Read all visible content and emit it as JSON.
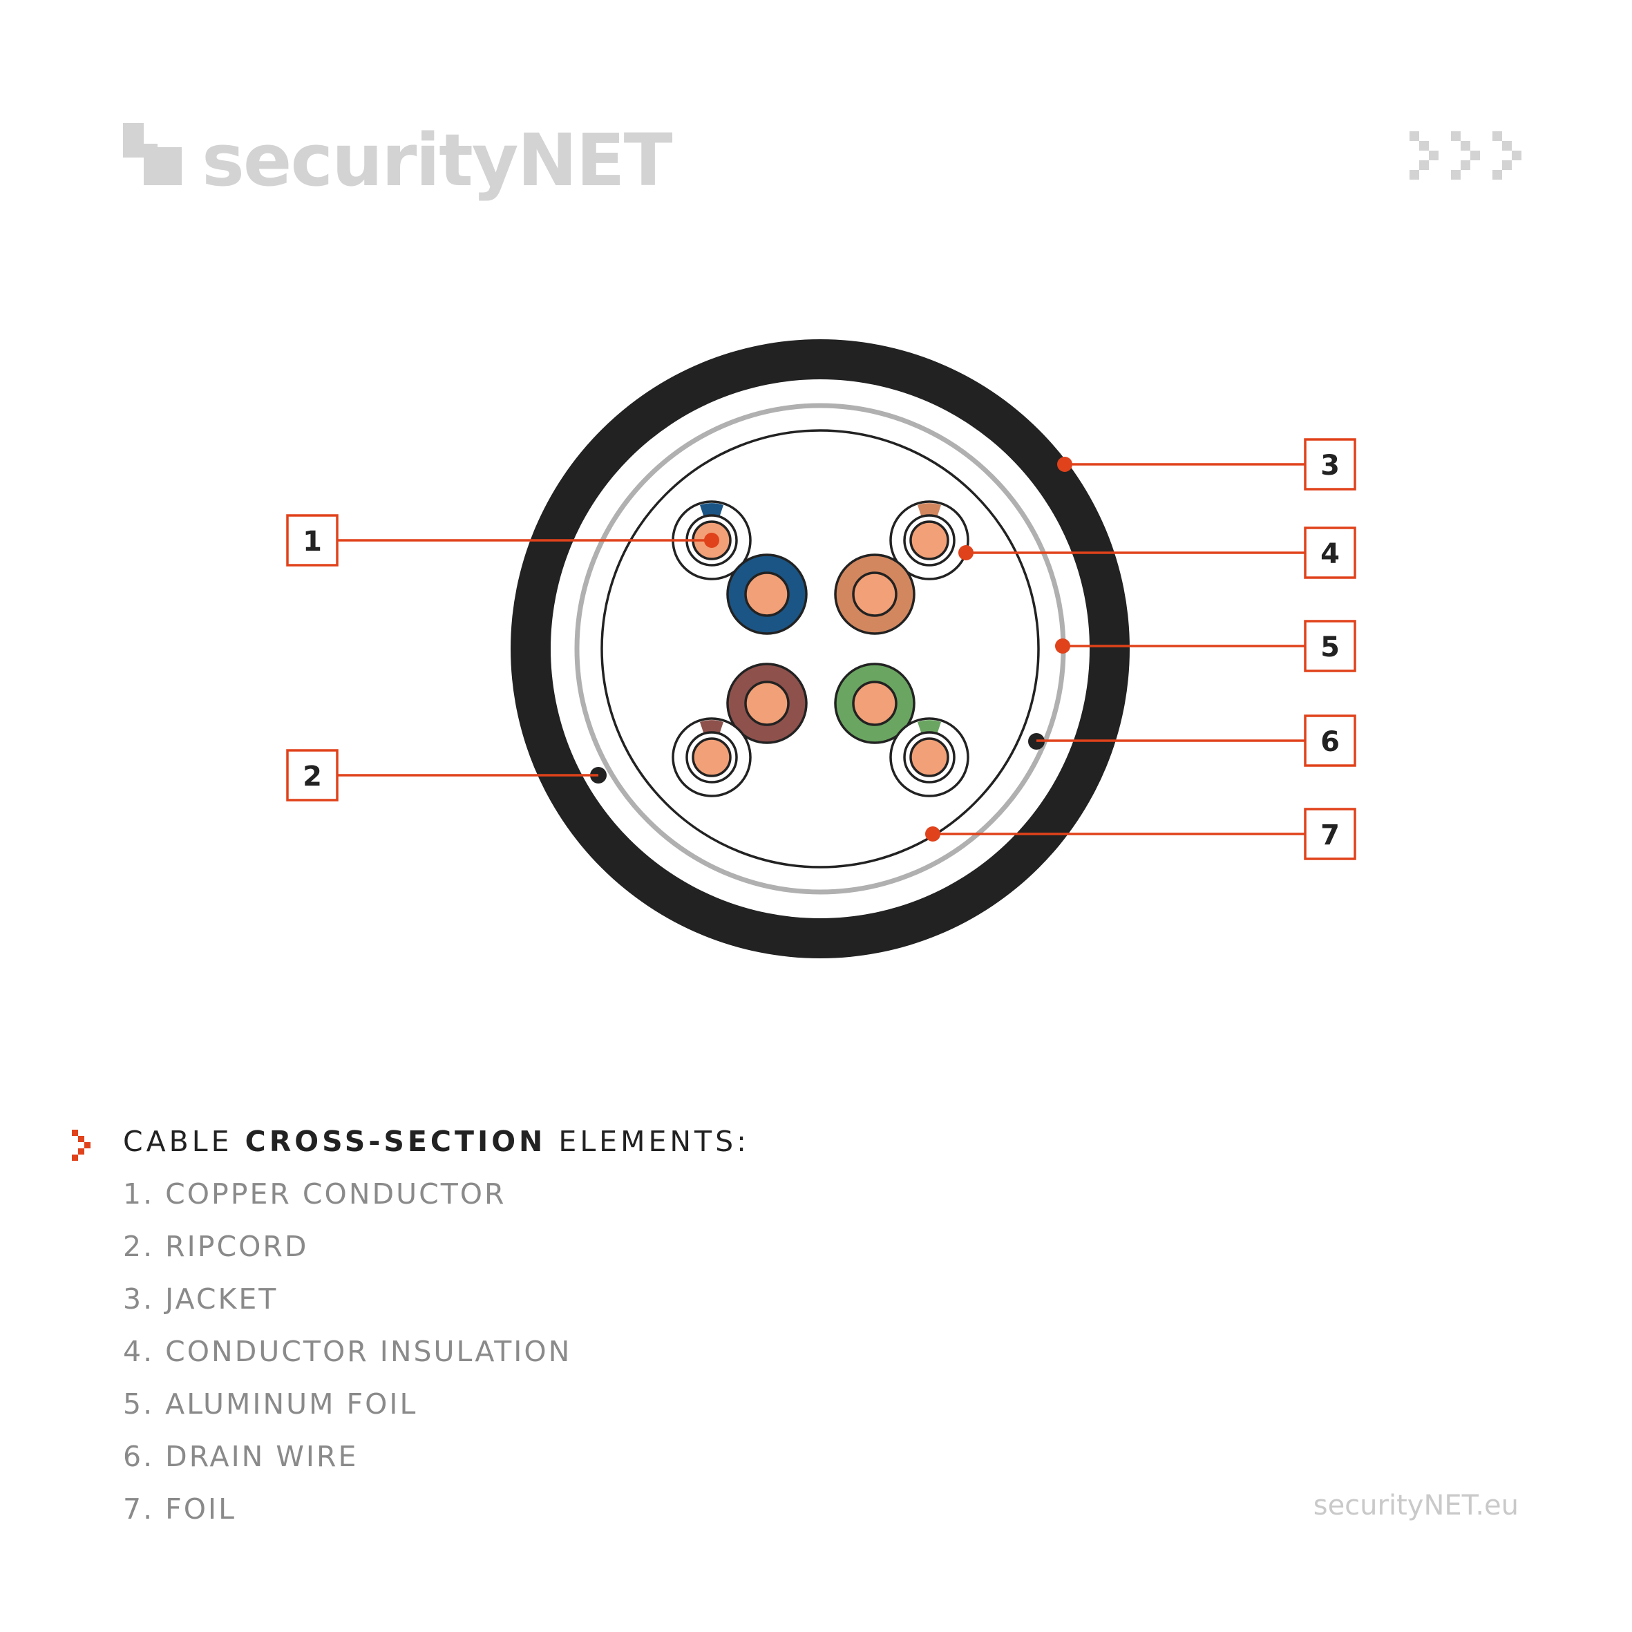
{
  "brand": {
    "logo_text": "securityNET",
    "url": "securityNET.eu"
  },
  "colors": {
    "accent": "#e0421b",
    "jacket": "#222222",
    "foil_outer": "#b0b0b0",
    "copper": "#f2a077",
    "pair_blue": "#1a5585",
    "pair_orange": "#d3875f",
    "pair_brown": "#8e514c",
    "pair_green": "#6aa661",
    "logo_gray": "#d3d3d3",
    "legend_text": "#8a8a8a"
  },
  "icons": {
    "logo": "pixel-square-logo-icon",
    "decor": "triple-chevron-right-icon",
    "legend_marker": "chevron-right-icon"
  },
  "callouts": [
    {
      "number": "1"
    },
    {
      "number": "2"
    },
    {
      "number": "3"
    },
    {
      "number": "4"
    },
    {
      "number": "5"
    },
    {
      "number": "6"
    },
    {
      "number": "7"
    }
  ],
  "legend": {
    "heading_prefix": "CABLE",
    "heading_bold": "CROSS-SECTION",
    "heading_suffix": "ELEMENTS:",
    "items": [
      "1. COPPER CONDUCTOR",
      "2. RIPCORD",
      "3. JACKET",
      "4. CONDUCTOR INSULATION",
      "5. ALUMINUM FOIL",
      "6. DRAIN WIRE",
      "7. FOIL"
    ]
  }
}
